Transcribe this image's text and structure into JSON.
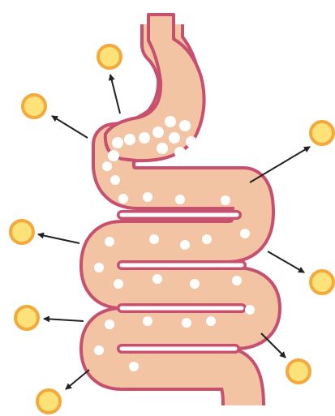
{
  "diagram": {
    "colors": {
      "tract_fill": "#f3c4a4",
      "tract_outline": "#c8506f",
      "particle": "#ffffff",
      "molecule_fill": "#fde27a",
      "molecule_outline": "#f4a93a",
      "arrow": "#222222",
      "background": "#ffffff"
    },
    "organs": [
      "stomach",
      "small-intestine"
    ],
    "absorbed_molecule_count": 8,
    "visible_text": []
  }
}
